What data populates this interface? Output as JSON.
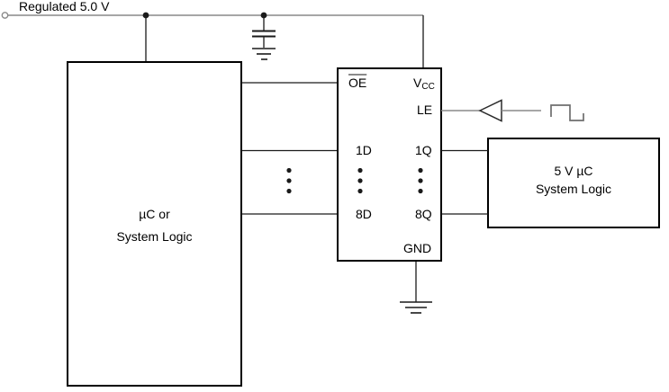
{
  "diagram": {
    "power_rail": {
      "label": "Regulated 5.0 V"
    },
    "left_block": {
      "line1": "µC or",
      "line2": "System Logic"
    },
    "latch_ic": {
      "pins": {
        "oe": "OE",
        "vcc_main": "V",
        "vcc_sub": "CC",
        "le": "LE",
        "d1": "1D",
        "q1": "1Q",
        "d8": "8D",
        "q8": "8Q",
        "gnd": "GND"
      }
    },
    "right_block": {
      "line1": "5 V µC",
      "line2": "System Logic"
    },
    "icons": {
      "terminal": "open-circle-terminal",
      "junction": "filled-junction-dot",
      "capacitor": "parallel-plate-capacitor",
      "ground": "three-bar-ground",
      "buffer": "left-pointing-triangle-buffer",
      "pulse": "square-pulse-waveform",
      "ellipsis": "vertical-dots-continuation"
    },
    "colors": {
      "background": "#ffffff",
      "rail_gray": "#9a9a9a",
      "wire_black": "#1a1a1a",
      "signal_gray": "#8a8a8a",
      "pulse_gray": "#6e6e6e",
      "border_black": "#000000"
    }
  }
}
